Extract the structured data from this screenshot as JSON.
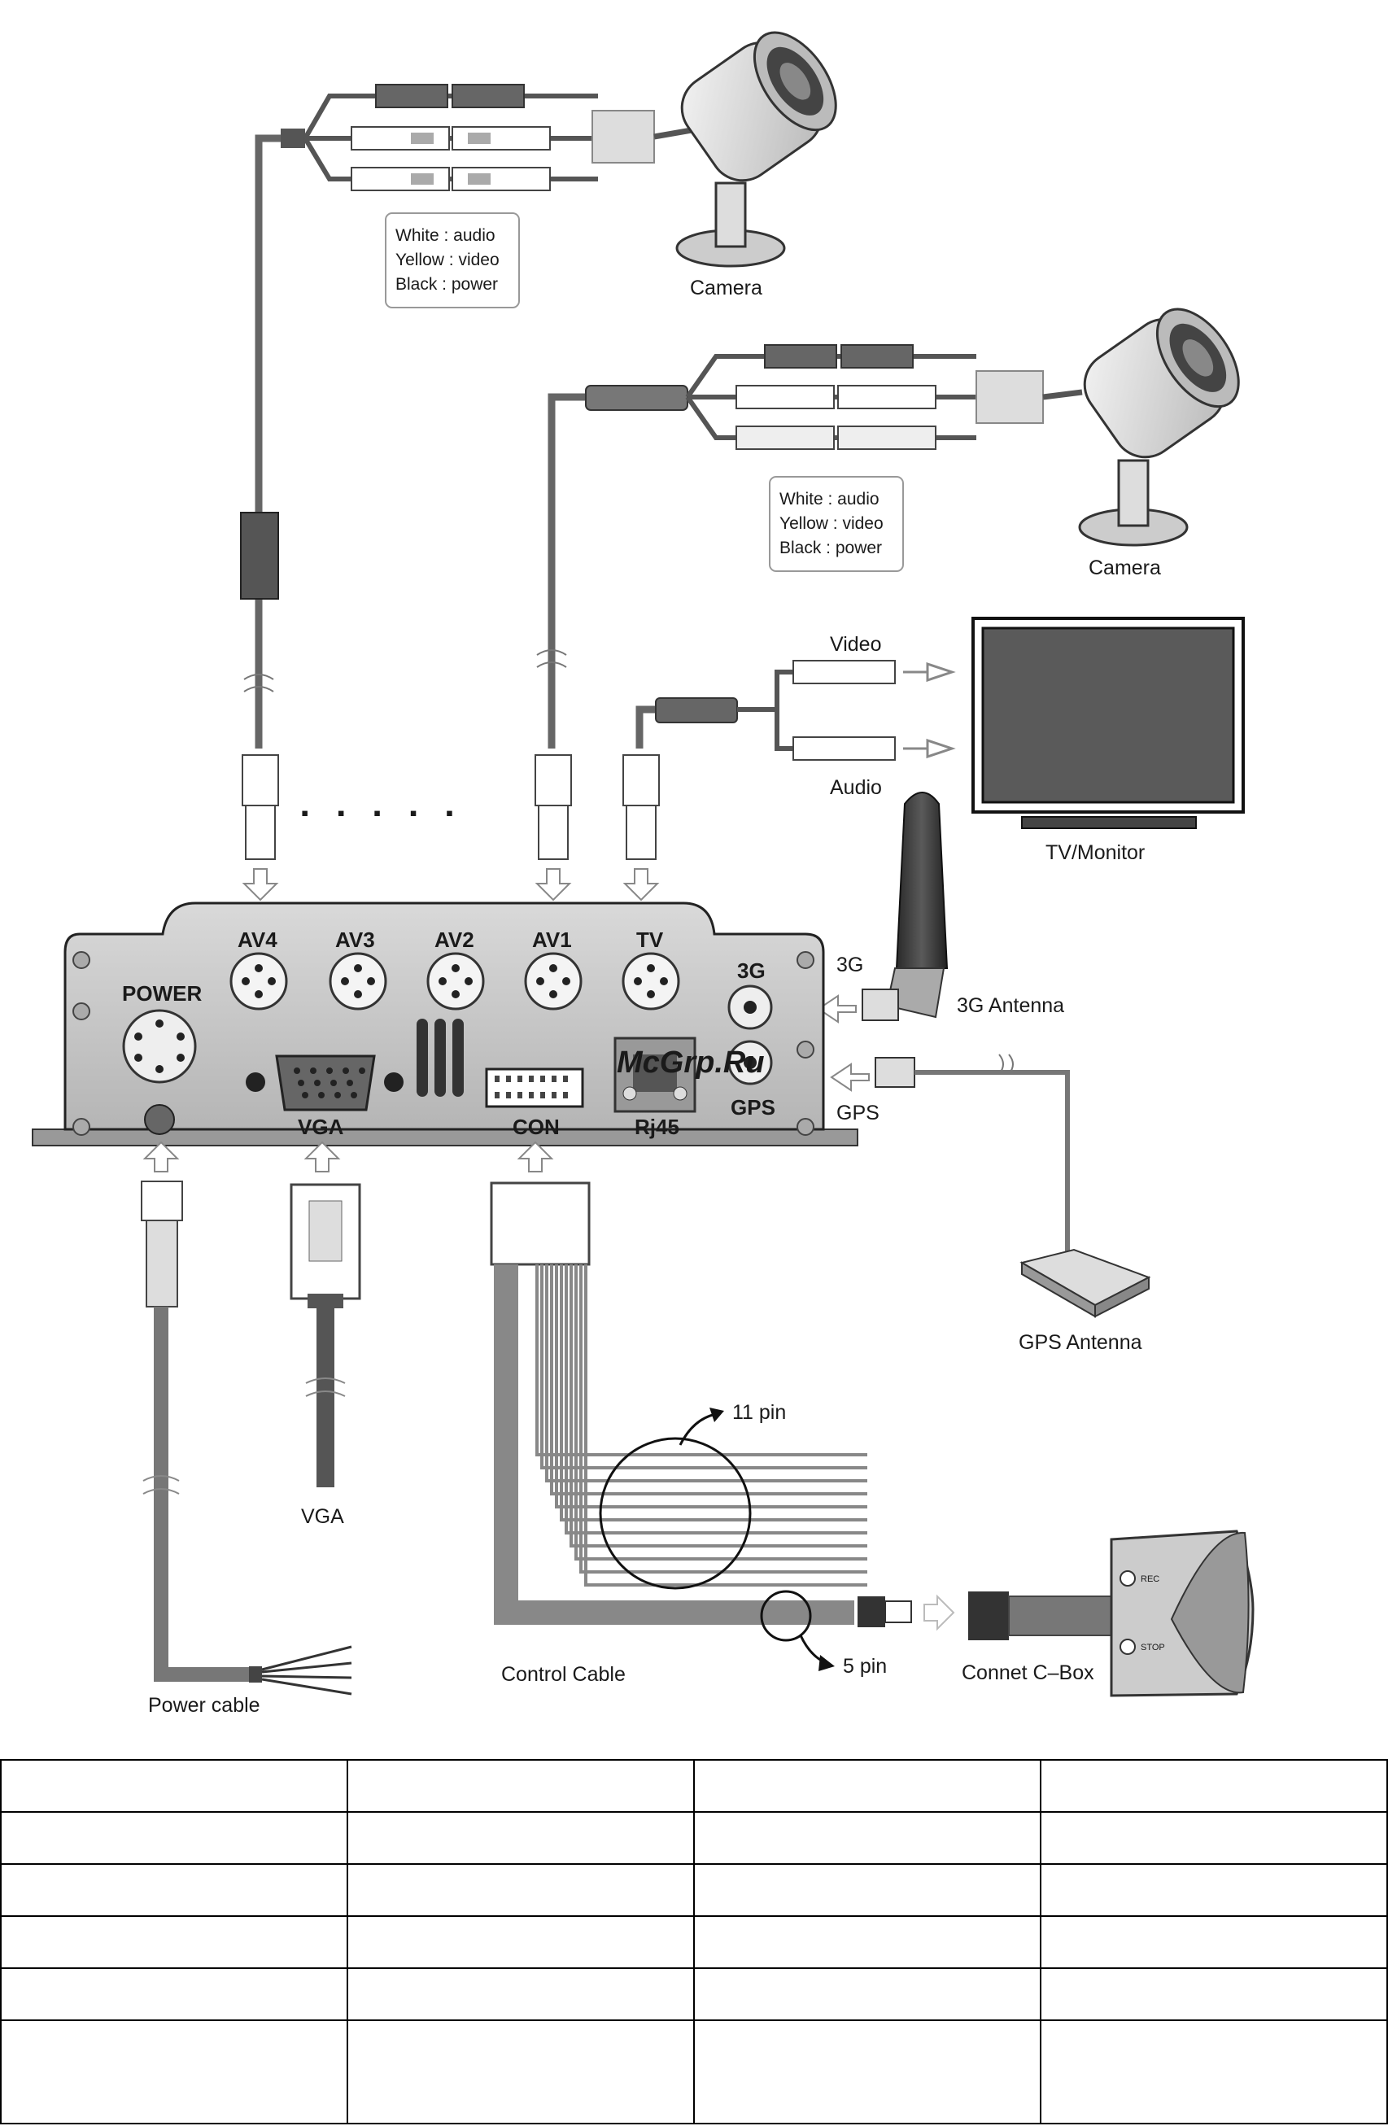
{
  "diagram": {
    "camera_top": {
      "label": "Camera",
      "legend": [
        "White : audio",
        "Yellow : video",
        "Black : power"
      ]
    },
    "camera_second": {
      "label": "Camera",
      "legend": [
        "White : audio",
        "Yellow : video",
        "Black : power"
      ]
    },
    "tv": {
      "label": "TV/Monitor",
      "video_label": "Video",
      "audio_label": "Audio"
    },
    "dvr": {
      "ports": {
        "power": "POWER",
        "av4": "AV4",
        "av3": "AV3",
        "av2": "AV2",
        "av1": "AV1",
        "tv": "TV",
        "g3": "3G",
        "gps": "GPS",
        "vga": "VGA",
        "con": "CON",
        "rj45": "Rj45"
      },
      "side_3g": "3G",
      "side_gps": "GPS",
      "dots": "▪ ▪ ▪ ▪ ▪"
    },
    "antenna_3g_label": "3G Antenna",
    "gps_antenna_label": "GPS Antenna",
    "vga_cable_label": "VGA",
    "power_cable_label": "Power cable",
    "control_cable_label": "Control Cable",
    "pin11_label": "11 pin",
    "pin5_label": "5 pin",
    "cbox_label": "Connet C–Box",
    "cbox_buttons": [
      "REC",
      "STOP"
    ],
    "watermark": "McGrp.Ru"
  },
  "table": {
    "columns": 4,
    "rows": [
      [
        "",
        "",
        "",
        ""
      ],
      [
        "",
        "",
        "",
        ""
      ],
      [
        "",
        "",
        "",
        ""
      ],
      [
        "",
        "",
        "",
        ""
      ],
      [
        "",
        "",
        "",
        ""
      ],
      [
        "",
        "",
        "",
        ""
      ]
    ]
  }
}
